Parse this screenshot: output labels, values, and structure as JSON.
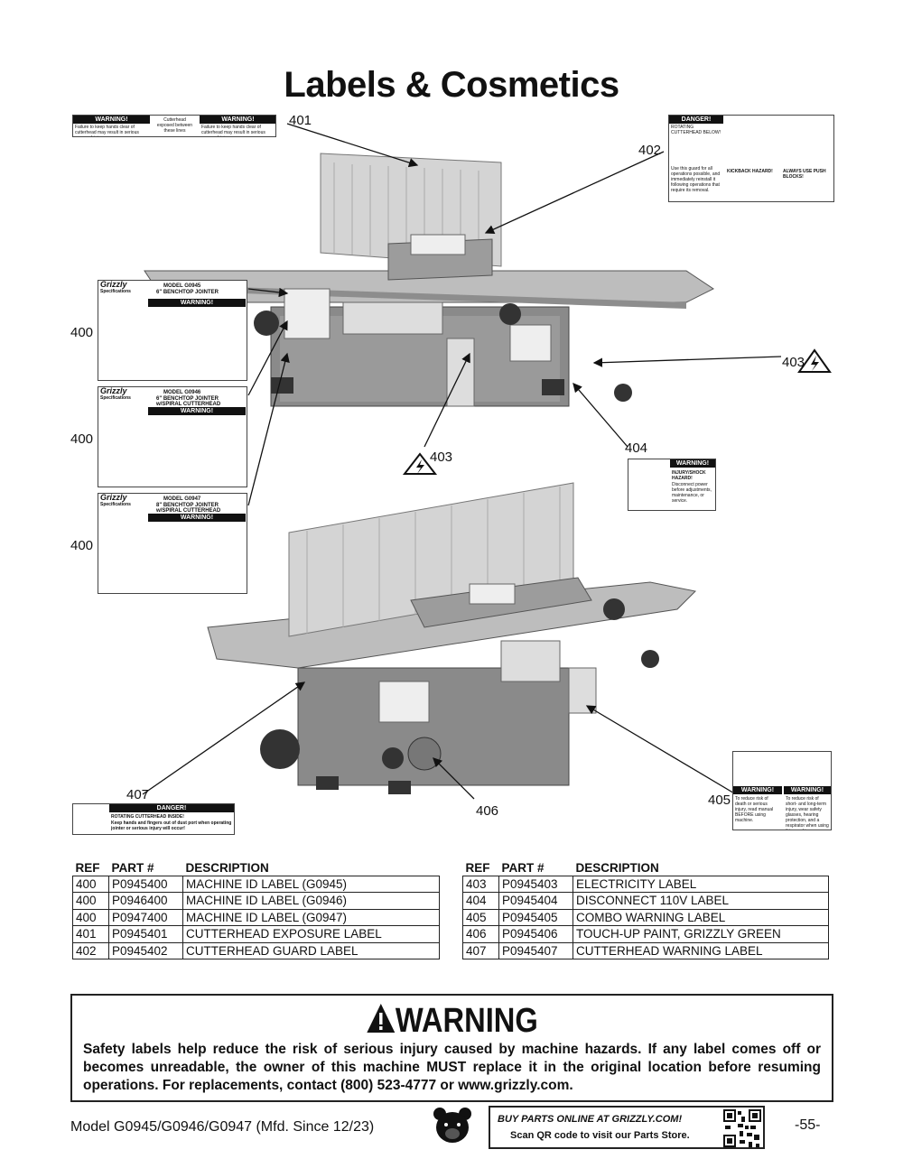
{
  "page": {
    "title": "Labels & Cosmetics"
  },
  "refs": {
    "r400a": "400",
    "r400b": "400",
    "r400c": "400",
    "r401": "401",
    "r402": "402",
    "r403a": "403",
    "r403b": "403",
    "r404": "404",
    "r405": "405",
    "r406": "406",
    "r407": "407"
  },
  "labels": {
    "exposure": {
      "warning_word": "WARNING!",
      "left_text": "Failure to keep hands clear of cutterhead may result in serious personal injury.",
      "center_text": "Cutterhead exposed between these lines"
    },
    "guard": {
      "danger_word": "DANGER!",
      "rotating": "ROTATING CUTTERHEAD BELOW!",
      "left_text": "Use this guard for all operations possible, and immediately reinstall it following operations that require its removal.",
      "kickback": "KICKBACK HAZARD!",
      "pushblocks": "ALWAYS USE PUSH BLOCKS!"
    },
    "id_g0945": {
      "brand": "Grizzly",
      "model": "MODEL G0945",
      "name": "6\" BENCHTOP JOINTER",
      "spec": "Specifications",
      "warning_word": "WARNING!"
    },
    "id_g0946": {
      "brand": "Grizzly",
      "model": "MODEL G0946",
      "name": "6\" BENCHTOP JOINTER",
      "name2": "w/SPIRAL CUTTERHEAD",
      "spec": "Specifications",
      "warning_word": "WARNING!"
    },
    "id_g0947": {
      "brand": "Grizzly",
      "model": "MODEL G0947",
      "name": "8\" BENCHTOP JOINTER",
      "name2": "w/SPIRAL CUTTERHEAD",
      "spec": "Specifications",
      "warning_word": "WARNING!"
    },
    "disconnect": {
      "warning_word": "WARNING!",
      "text1": "INJURY/SHOCK HAZARD!",
      "text2": "Disconnect power before adjustments, maintenance, or service."
    },
    "combo": {
      "warning_word": "WARNING!",
      "left_text": "To reduce risk of death or serious injury, read manual BEFORE using machine.",
      "right_text": "To reduce risk of short- and long-term injury, wear safety glasses, hearing protection, and a respirator when using this machine."
    },
    "cutterhead": {
      "danger_word": "DANGER!",
      "line1": "ROTATING CUTTERHEAD INSIDE!",
      "line2": "Keep hands and fingers out of dust port when operating jointer or serious injury will occur!"
    }
  },
  "table": {
    "headers": [
      "REF",
      "PART #",
      "DESCRIPTION"
    ],
    "left_rows": [
      [
        "400",
        "P0945400",
        "MACHINE ID LABEL (G0945)"
      ],
      [
        "400",
        "P0946400",
        "MACHINE ID LABEL (G0946)"
      ],
      [
        "400",
        "P0947400",
        "MACHINE ID LABEL (G0947)"
      ],
      [
        "401",
        "P0945401",
        "CUTTERHEAD EXPOSURE LABEL"
      ],
      [
        "402",
        "P0945402",
        "CUTTERHEAD GUARD LABEL"
      ]
    ],
    "right_rows": [
      [
        "403",
        "P0945403",
        "ELECTRICITY LABEL"
      ],
      [
        "404",
        "P0945404",
        "DISCONNECT 110V LABEL"
      ],
      [
        "405",
        "P0945405",
        "COMBO WARNING LABEL"
      ],
      [
        "406",
        "P0945406",
        "TOUCH-UP PAINT, GRIZZLY GREEN"
      ],
      [
        "407",
        "P0945407",
        "CUTTERHEAD WARNING LABEL"
      ]
    ]
  },
  "warning": {
    "title": "WARNING",
    "text": "Safety labels help reduce the risk of serious injury caused by machine hazards. If any label comes off or becomes unreadable, the owner of this machine MUST replace it in the original location before resuming operations. For replacements, contact (800) 523-4777 or www.grizzly.com."
  },
  "footer": {
    "model": "Model G0945/G0946/G0947 (Mfd. Since 12/23)",
    "buy_line1": "BUY PARTS ONLINE AT GRIZZLY.COM!",
    "buy_line2": "Scan QR code to visit our Parts Store.",
    "page_number": "-55-"
  }
}
